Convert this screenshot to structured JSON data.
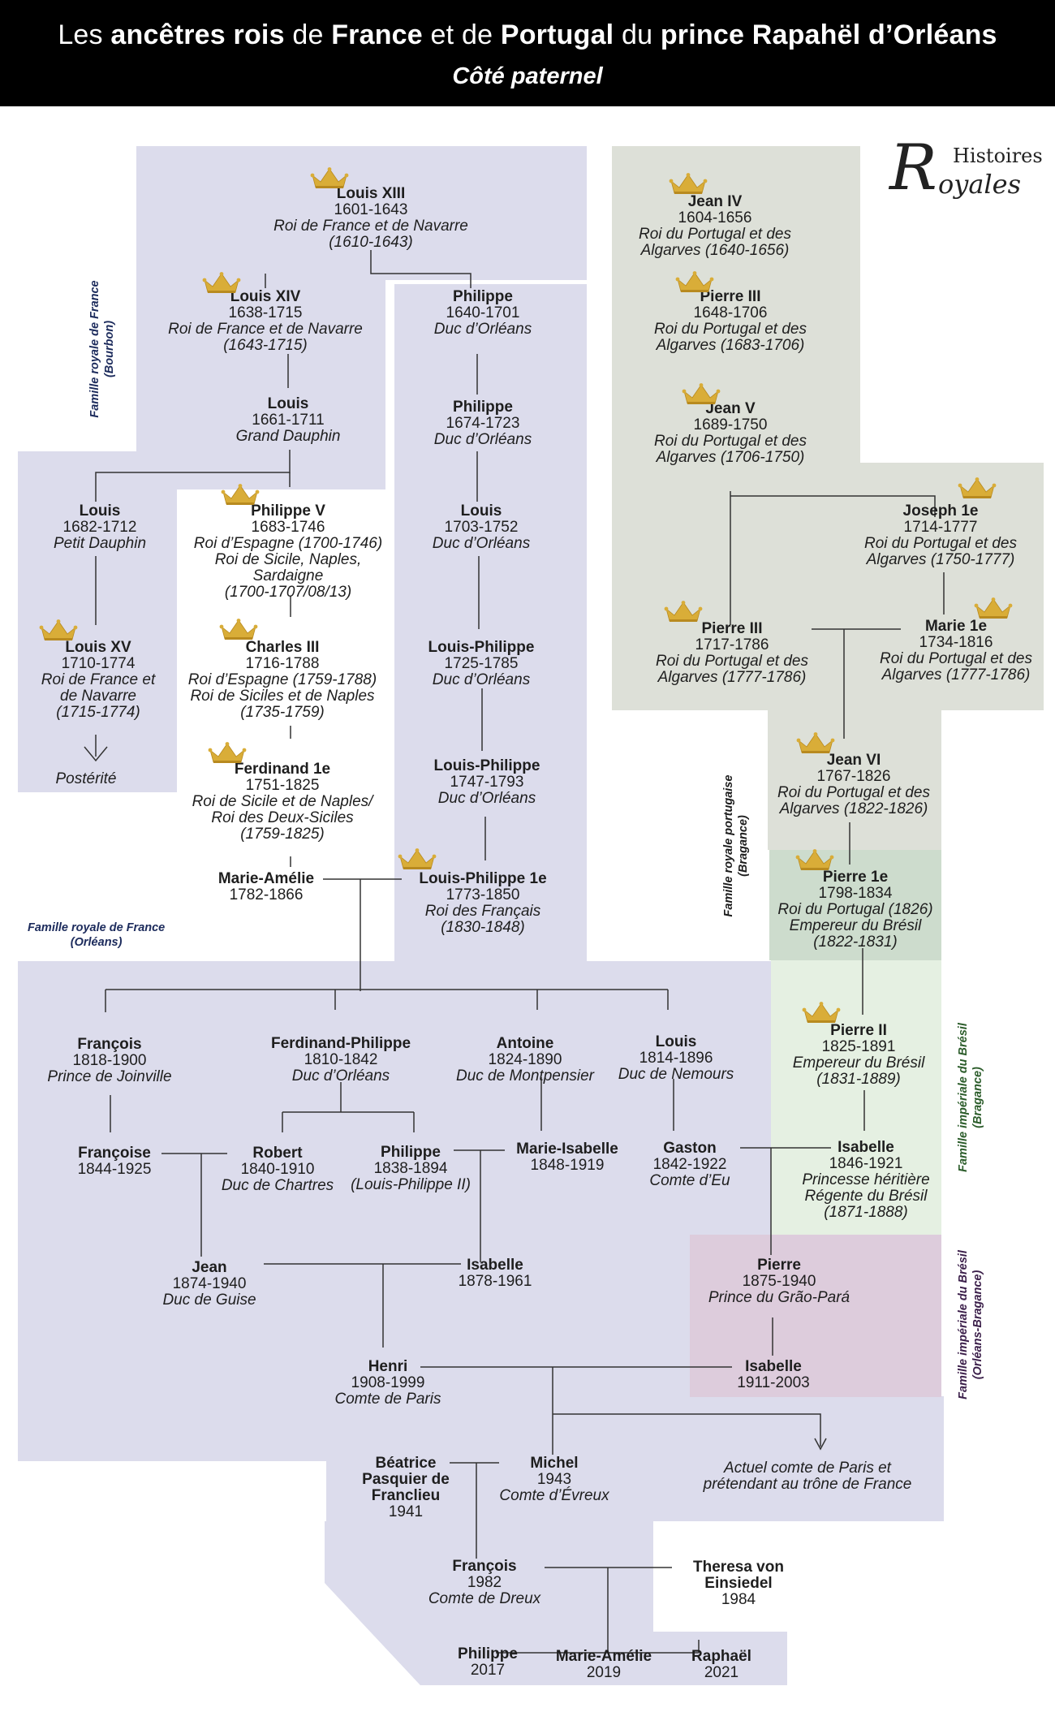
{
  "header": {
    "title_parts": [
      {
        "text": "Les ",
        "bold": false
      },
      {
        "text": "ancêtres rois",
        "bold": true
      },
      {
        "text": " de ",
        "bold": false
      },
      {
        "text": "France",
        "bold": true
      },
      {
        "text": " et de ",
        "bold": false
      },
      {
        "text": "Portugal",
        "bold": true
      },
      {
        "text": " du ",
        "bold": false
      },
      {
        "text": "prince Rapahël d’Orléans",
        "bold": true
      }
    ],
    "subtitle": "Côté paternel"
  },
  "logo": {
    "initial": "R",
    "line1": "Histoires",
    "line2": "oyales"
  },
  "colors": {
    "lavender": "#dcdcec",
    "grey_green": "#dde0d8",
    "green_dark": "#cddccd",
    "green_light": "#e5f0e2",
    "mauve": "#ddccdc",
    "crown_gold": "#d9ad38",
    "line": "#333333",
    "portuguese_label": "#1c1c1c",
    "brazil_label": "#2b5c2a",
    "orleans_braganca_label": "#3b1f4a",
    "france_label": "#1c2b5c"
  },
  "families": [
    {
      "id": "bourbon",
      "lines": [
        "Famille royale de France",
        "(Bourbon)"
      ]
    },
    {
      "id": "orleans",
      "lines": [
        "Famille royale de France",
        "(Orléans)"
      ]
    },
    {
      "id": "portugal",
      "lines": [
        "Famille royale portugaise",
        "(Bragance)"
      ]
    },
    {
      "id": "bresil",
      "lines": [
        "Famille impériale du Brésil",
        "(Bragance)"
      ]
    },
    {
      "id": "orleans-braganca",
      "lines": [
        "Famille impériale du Brésil",
        "(Orléans-Bragance)"
      ]
    }
  ],
  "persons": [
    {
      "id": "louis13",
      "name": "Louis XIII",
      "dates": "1601-1643",
      "titles": [
        "Roi de France et de Navarre",
        "(1610-1643)"
      ],
      "crown": true
    },
    {
      "id": "louis14",
      "name": "Louis XIV",
      "dates": "1638-1715",
      "titles": [
        "Roi de France et de Navarre",
        "(1643-1715)"
      ],
      "crown": true
    },
    {
      "id": "philippe1640",
      "name": "Philippe",
      "dates": "1640-1701",
      "titles": [
        "Duc d’Orléans"
      ],
      "crown": false
    },
    {
      "id": "grand-dauphin",
      "name": "Louis",
      "dates": "1661-1711",
      "titles": [
        "Grand Dauphin"
      ],
      "crown": false
    },
    {
      "id": "philippe1674",
      "name": "Philippe",
      "dates": "1674-1723",
      "titles": [
        "Duc d’Orléans"
      ],
      "crown": false
    },
    {
      "id": "petit-dauphin",
      "name": "Louis",
      "dates": "1682-1712",
      "titles": [
        "Petit Dauphin"
      ],
      "crown": false
    },
    {
      "id": "philippe5",
      "name": "Philippe V",
      "dates": "1683-1746",
      "titles": [
        "Roi d’Espagne (1700-1746)",
        "Roi de Sicile, Naples,",
        "Sardaigne",
        "(1700-1707/08/13)"
      ],
      "crown": true
    },
    {
      "id": "louis1703",
      "name": "Louis",
      "dates": "1703-1752",
      "titles": [
        "Duc d’Orléans"
      ],
      "crown": false
    },
    {
      "id": "louis15",
      "name": "Louis XV",
      "dates": "1710-1774",
      "titles": [
        "Roi de France et",
        "de Navarre",
        "(1715-1774)"
      ],
      "crown": true
    },
    {
      "id": "charles3",
      "name": "Charles III",
      "dates": "1716-1788",
      "titles": [
        "Roi d’Espagne (1759-1788)",
        "Roi de Siciles et de Naples",
        "(1735-1759)"
      ],
      "crown": true
    },
    {
      "id": "lp1725",
      "name": "Louis-Philippe",
      "dates": "1725-1785",
      "titles": [
        "Duc d’Orléans"
      ],
      "crown": false
    },
    {
      "id": "ferdinand1",
      "name": "Ferdinand 1e",
      "dates": "1751-1825",
      "titles": [
        "Roi de Sicile et de Naples/",
        "Roi des Deux-Siciles",
        "(1759-1825)"
      ],
      "crown": true
    },
    {
      "id": "lp1747",
      "name": "Louis-Philippe",
      "dates": "1747-1793",
      "titles": [
        "Duc d’Orléans"
      ],
      "crown": false
    },
    {
      "id": "marie-amelie1782",
      "name": "Marie-Amélie",
      "dates": "1782-1866",
      "titles": [],
      "crown": false
    },
    {
      "id": "lp1",
      "name": "Louis-Philippe 1e",
      "dates": "1773-1850",
      "titles": [
        "Roi des Français",
        "(1830-1848)"
      ],
      "crown": true
    },
    {
      "id": "jean4",
      "name": "Jean IV",
      "dates": "1604-1656",
      "titles": [
        "Roi du Portugal et des",
        "Algarves (1640-1656)"
      ],
      "crown": true
    },
    {
      "id": "pierre2pt",
      "name": "Pierre III",
      "dates": "1648-1706",
      "titles": [
        "Roi du Portugal et des",
        "Algarves (1683-1706)"
      ],
      "crown": true
    },
    {
      "id": "jean5",
      "name": "Jean V",
      "dates": "1689-1750",
      "titles": [
        "Roi du Portugal et des",
        "Algarves (1706-1750)"
      ],
      "crown": true
    },
    {
      "id": "joseph1",
      "name": "Joseph 1e",
      "dates": "1714-1777",
      "titles": [
        "Roi du Portugal et des",
        "Algarves (1750-1777)"
      ],
      "crown": true
    },
    {
      "id": "pierre3",
      "name": "Pierre III",
      "dates": "1717-1786",
      "titles": [
        "Roi du Portugal et des",
        "Algarves (1777-1786)"
      ],
      "crown": true
    },
    {
      "id": "marie1",
      "name": "Marie 1e",
      "dates": "1734-1816",
      "titles": [
        "Roi du Portugal et des",
        "Algarves (1777-1786)"
      ],
      "crown": true
    },
    {
      "id": "jean6",
      "name": "Jean VI",
      "dates": "1767-1826",
      "titles": [
        "Roi du Portugal et des",
        "Algarves (1822-1826)"
      ],
      "crown": true
    },
    {
      "id": "pierre1",
      "name": "Pierre 1e",
      "dates": "1798-1834",
      "titles": [
        "Roi du Portugal (1826)",
        "Empereur du Brésil",
        "(1822-1831)"
      ],
      "crown": true
    },
    {
      "id": "pierre2br",
      "name": "Pierre II",
      "dates": "1825-1891",
      "titles": [
        "Empereur du Brésil",
        "(1831-1889)"
      ],
      "crown": true
    },
    {
      "id": "francois1818",
      "name": "François",
      "dates": "1818-1900",
      "titles": [
        "Prince de Joinville"
      ],
      "crown": false
    },
    {
      "id": "ferdinand-philippe",
      "name": "Ferdinand-Philippe",
      "dates": "1810-1842",
      "titles": [
        "Duc d’Orléans"
      ],
      "crown": false
    },
    {
      "id": "antoine",
      "name": "Antoine",
      "dates": "1824-1890",
      "titles": [
        "Duc de Montpensier"
      ],
      "crown": false
    },
    {
      "id": "louis1814",
      "name": "Louis",
      "dates": "1814-1896",
      "titles": [
        "Duc de Nemours"
      ],
      "crown": false
    },
    {
      "id": "francoise",
      "name": "Françoise",
      "dates": "1844-1925",
      "titles": [],
      "crown": false
    },
    {
      "id": "robert",
      "name": "Robert",
      "dates": "1840-1910",
      "titles": [
        "Duc de Chartres"
      ],
      "crown": false
    },
    {
      "id": "philippe1838",
      "name": "Philippe",
      "dates": "1838-1894",
      "titles": [
        "(Louis-Philippe II)"
      ],
      "crown": false
    },
    {
      "id": "marie-isabelle",
      "name": "Marie-Isabelle",
      "dates": "1848-1919",
      "titles": [],
      "crown": false
    },
    {
      "id": "gaston",
      "name": "Gaston",
      "dates": "1842-1922",
      "titles": [
        "Comte d’Eu"
      ],
      "crown": false
    },
    {
      "id": "isabelle1846",
      "name": "Isabelle",
      "dates": "1846-1921",
      "titles": [
        "Princesse héritière",
        "Régente du Brésil",
        "(1871-1888)"
      ],
      "crown": false
    },
    {
      "id": "jean1874",
      "name": "Jean",
      "dates": "1874-1940",
      "titles": [
        "Duc de Guise"
      ],
      "crown": false
    },
    {
      "id": "isabelle1878",
      "name": "Isabelle",
      "dates": "1878-1961",
      "titles": [],
      "crown": false
    },
    {
      "id": "pierre1875",
      "name": "Pierre",
      "dates": "1875-1940",
      "titles": [
        "Prince du Grão-Pará"
      ],
      "crown": false
    },
    {
      "id": "henri",
      "name": "Henri",
      "dates": "1908-1999",
      "titles": [
        "Comte de Paris"
      ],
      "crown": false
    },
    {
      "id": "isabelle1911",
      "name": "Isabelle",
      "dates": "1911-2003",
      "titles": [],
      "crown": false
    },
    {
      "id": "beatrice",
      "name": "Béatrice\nPasquier de\nFranclieu",
      "dates": "1941",
      "titles": [],
      "crown": false
    },
    {
      "id": "michel",
      "name": "Michel",
      "dates": "1943",
      "titles": [
        "Comte d’Évreux"
      ],
      "crown": false
    },
    {
      "id": "francois1982",
      "name": "François",
      "dates": "1982",
      "titles": [
        "Comte de Dreux"
      ],
      "crown": false
    },
    {
      "id": "theresa",
      "name": "Theresa von\nEinsiedel",
      "dates": "1984",
      "titles": [],
      "crown": false
    },
    {
      "id": "philippe2017",
      "name": "Philippe",
      "dates": "2017",
      "titles": [],
      "crown": false
    },
    {
      "id": "marie-amelie2019",
      "name": "Marie-Amélie",
      "dates": "2019",
      "titles": [],
      "crown": false
    },
    {
      "id": "raphael",
      "name": "Raphaël",
      "dates": "2021",
      "titles": [],
      "crown": false
    }
  ],
  "notes": {
    "posterite": "Postérité",
    "actuel": [
      "Actuel comte de Paris et",
      "prétendant au trône de France"
    ]
  }
}
